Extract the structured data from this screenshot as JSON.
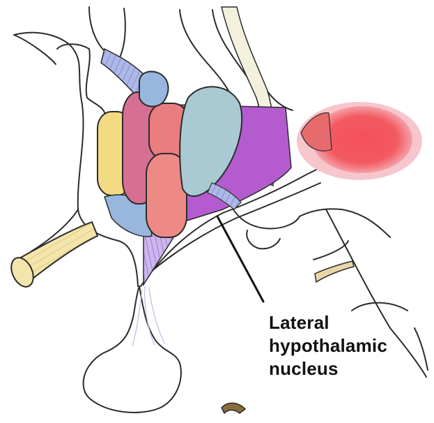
{
  "labels": {
    "lateral_hypothalamic_nucleus": {
      "lines": [
        "Lateral",
        "hypothalamic",
        "nucleus"
      ]
    }
  },
  "structures": [
    {
      "name": "hypothalamic-nucleus-yellow",
      "color": "#f3db84"
    },
    {
      "name": "hypothalamic-nucleus-magenta",
      "color": "#d76f92"
    },
    {
      "name": "hypothalamic-nucleus-coral-upper",
      "color": "#ea7d7f"
    },
    {
      "name": "hypothalamic-nucleus-coral-lower",
      "color": "#ee8a86"
    },
    {
      "name": "hypothalamic-nucleus-teal",
      "color": "#a9c9d3"
    },
    {
      "name": "hypothalamic-nucleus-blue",
      "color": "#99b7de"
    },
    {
      "name": "lateral-hypothalamic-area",
      "color": "#b45bd0"
    },
    {
      "name": "mammillary-body",
      "color": "#f0585e"
    },
    {
      "name": "optic-nerve",
      "color": "#f3e2a6"
    },
    {
      "name": "fornix",
      "color": "#f3f0dc"
    },
    {
      "name": "pituitary-stalk-fibers",
      "color": "#b79be0"
    }
  ]
}
